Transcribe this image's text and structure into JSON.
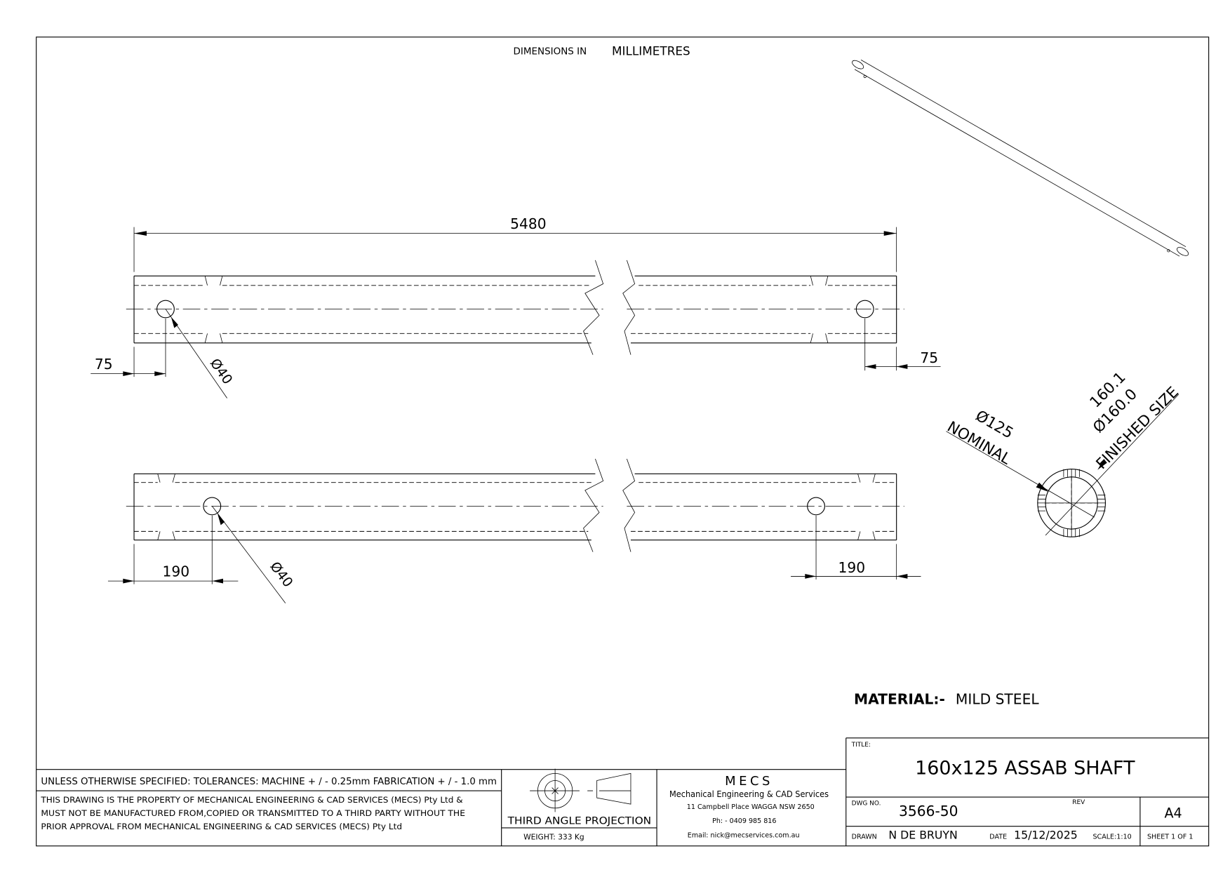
{
  "sheet": {
    "units_label": "DIMENSIONS IN",
    "units_value": "MILLIMETRES",
    "material_label": "MATERIAL:-",
    "material_value": "MILD STEEL"
  },
  "dimensions": {
    "overall_length": "5480",
    "top_view_left_offset": "75",
    "top_view_right_offset": "75",
    "top_view_hole_dia": "Ø40",
    "bottom_view_left_offset": "190",
    "bottom_view_right_offset": "190",
    "bottom_view_hole_dia": "Ø40",
    "section_nominal_dia": "Ø125",
    "section_nominal_label": "NOMINAL",
    "section_finished_upper": "160.1",
    "section_finished_lower": "Ø160.0",
    "section_finished_label": "FINISHED SIZE"
  },
  "notes": {
    "tolerances": "UNLESS OTHERWISE SPECIFIED: TOLERANCES: MACHINE + / - 0.25mm  FABRICATION + / - 1.0 mm",
    "property_lines": [
      "THIS DRAWING IS THE PROPERTY OF MECHANICAL ENGINEERING & CAD SERVICES (MECS) Pty Ltd &",
      "MUST NOT BE MANUFACTURED FROM,COPIED OR TRANSMITTED TO A THIRD PARTY WITHOUT THE",
      "PRIOR APPROVAL FROM MECHANICAL ENGINEERING & CAD SERVICES (MECS) Pty Ltd"
    ]
  },
  "projection": {
    "label": "THIRD ANGLE PROJECTION",
    "weight": "WEIGHT:  333 Kg"
  },
  "company": {
    "logo": "MECS",
    "name": "Mechanical Engineering & CAD Services",
    "address": "11 Campbell Place WAGGA NSW 2650",
    "phone": "Ph: - 0409 985 816",
    "email": "Email: nick@mecservices.com.au"
  },
  "title_block": {
    "title_label": "TITLE:",
    "title": "160x125 ASSAB SHAFT",
    "dwg_no_label": "DWG NO.",
    "dwg_no": "3566-50",
    "rev_label": "REV",
    "size": "A4",
    "drawn_label": "DRAWN",
    "drawn_by": "N DE BRUYN",
    "date_label": "DATE",
    "date": "15/12/2025",
    "scale": "SCALE:1:10",
    "sheet": "SHEET 1 OF 1"
  }
}
